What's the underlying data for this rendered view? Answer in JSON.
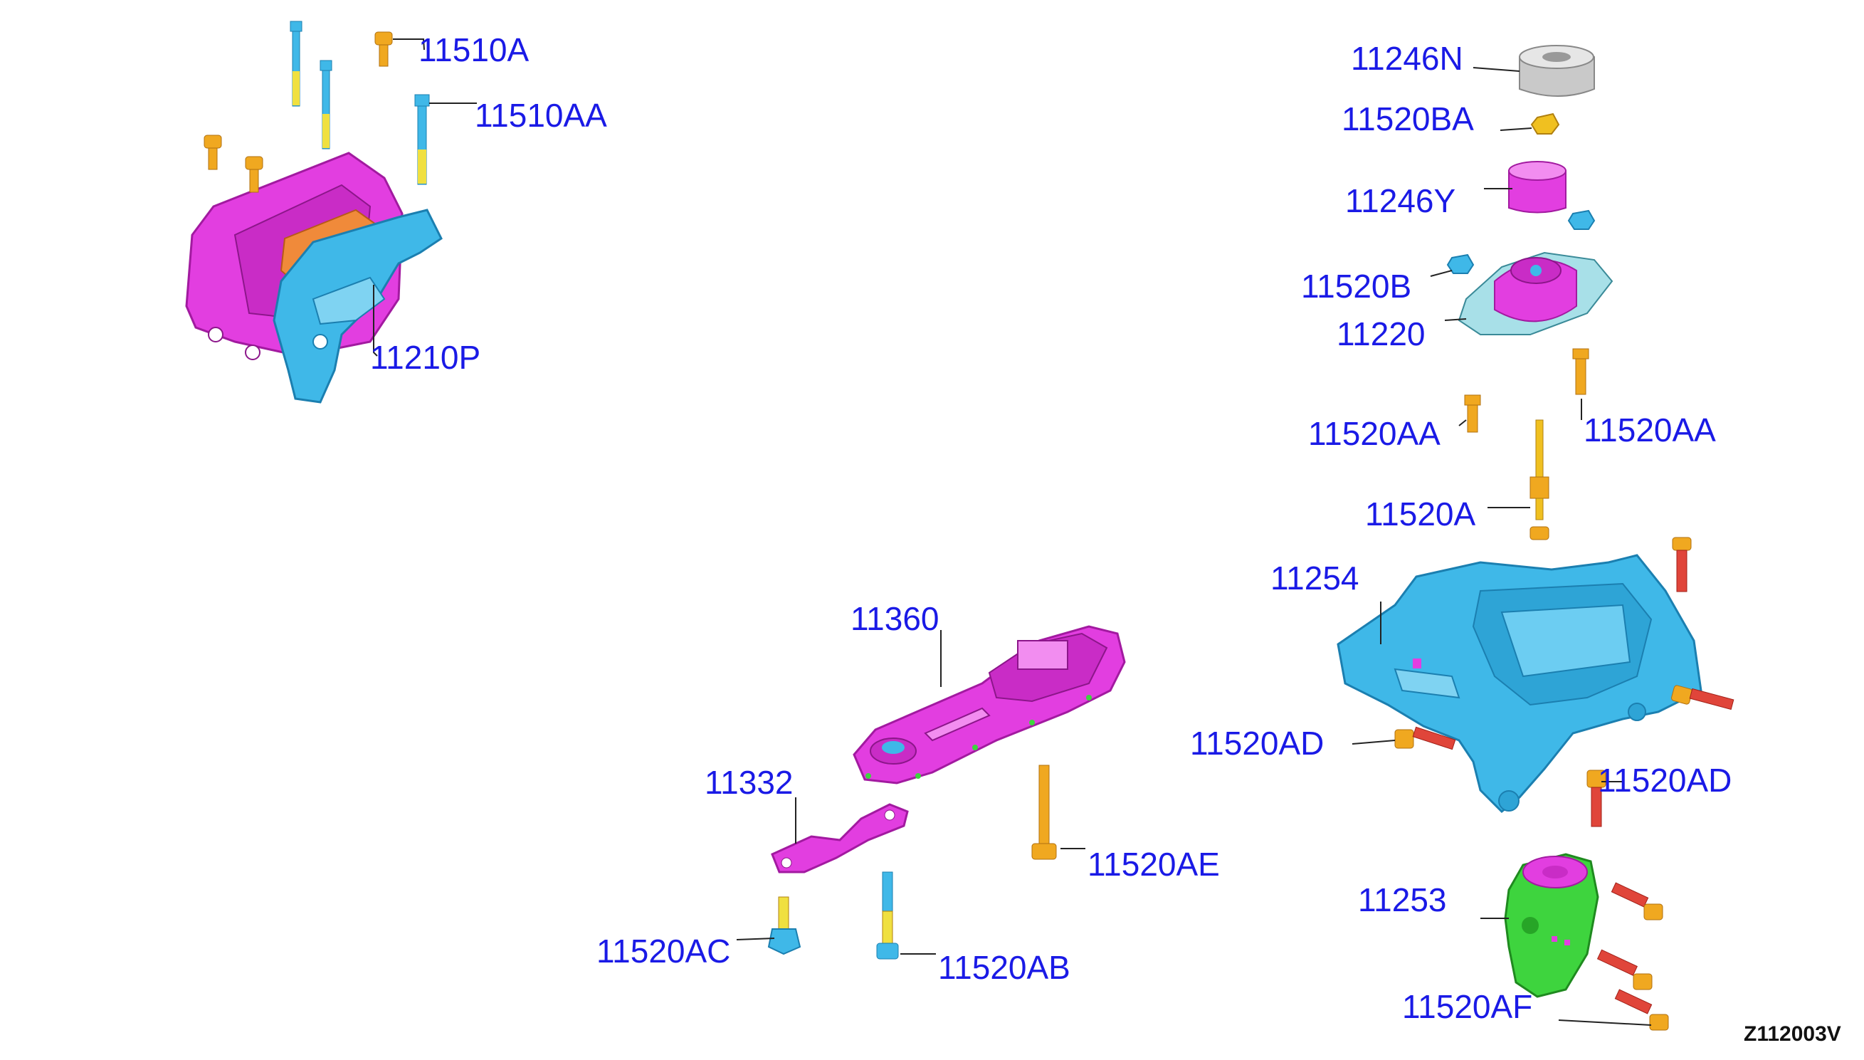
{
  "diagram_id": "Z112003V",
  "colors": {
    "label": "#1a1ae6",
    "magenta_part": "#e23ee0",
    "blue_part": "#3fb8e8",
    "gold_bolt": "#f0a820",
    "red_bolt": "#e0453a",
    "green_part": "#3ed43e",
    "gray_part": "#c9c9c9"
  },
  "labels": [
    {
      "id": "11510A",
      "text": "11510A"
    },
    {
      "id": "11510AA",
      "text": "11510AA"
    },
    {
      "id": "11210P",
      "text": "11210P"
    },
    {
      "id": "11246N",
      "text": "11246N"
    },
    {
      "id": "11520BA",
      "text": "11520BA"
    },
    {
      "id": "11246Y",
      "text": "11246Y"
    },
    {
      "id": "11520B",
      "text": "11520B"
    },
    {
      "id": "11220",
      "text": "11220"
    },
    {
      "id": "11520AA_left",
      "text": "11520AA"
    },
    {
      "id": "11520AA_right",
      "text": "11520AA"
    },
    {
      "id": "11520A",
      "text": "11520A"
    },
    {
      "id": "11254",
      "text": "11254"
    },
    {
      "id": "11360",
      "text": "11360"
    },
    {
      "id": "11332",
      "text": "11332"
    },
    {
      "id": "11520AD_left",
      "text": "11520AD"
    },
    {
      "id": "11520AD_right",
      "text": "11520AD"
    },
    {
      "id": "11520AE",
      "text": "11520AE"
    },
    {
      "id": "11253",
      "text": "11253"
    },
    {
      "id": "11520AC",
      "text": "11520AC"
    },
    {
      "id": "11520AB",
      "text": "11520AB"
    },
    {
      "id": "11520AF",
      "text": "11520AF"
    }
  ]
}
